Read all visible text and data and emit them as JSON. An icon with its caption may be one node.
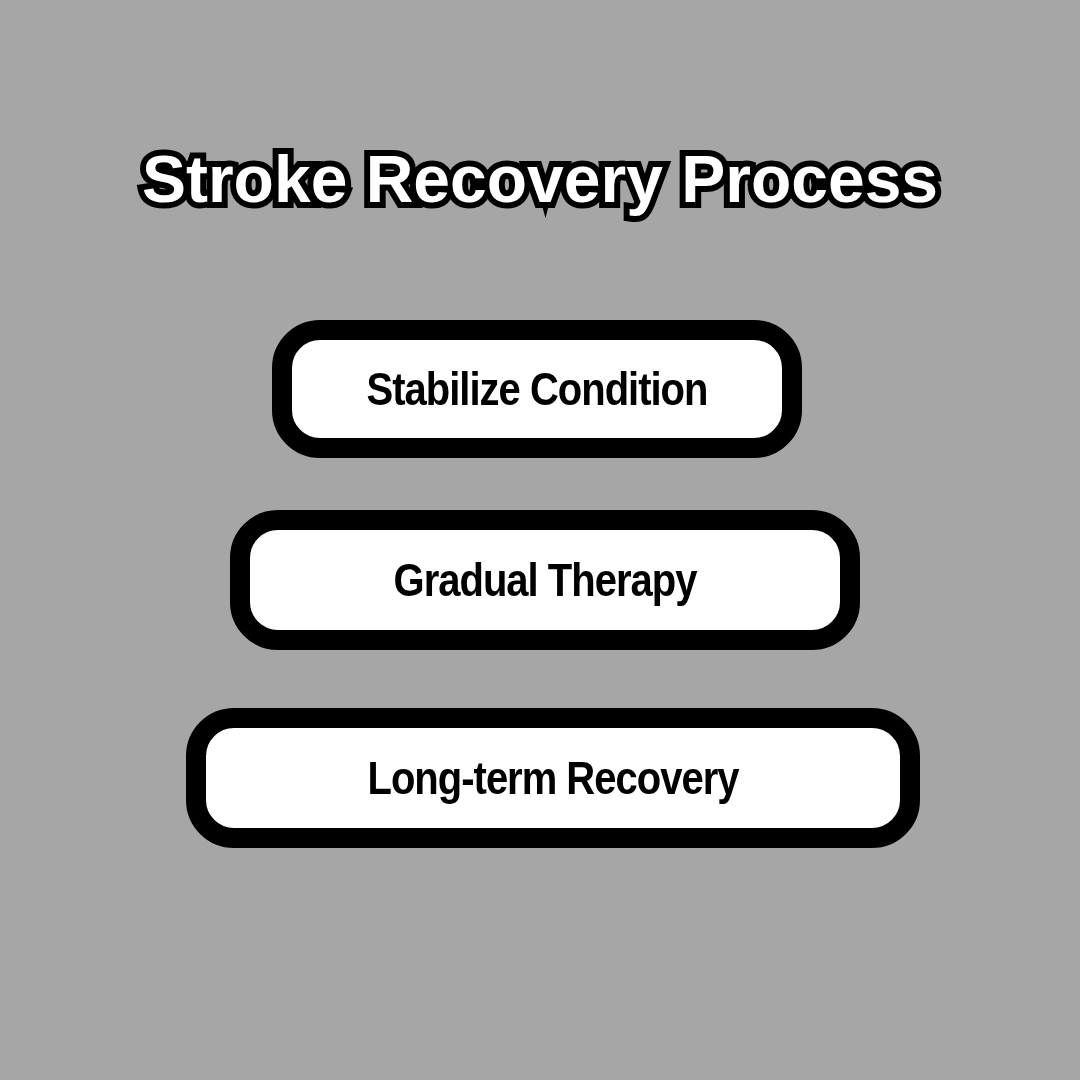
{
  "diagram": {
    "title": "Stroke Recovery Process",
    "nodes": [
      {
        "text": [
          "Stabilize Condition"
        ]
      },
      {
        "text": [
          "Gradual Therapy"
        ]
      },
      {
        "text": [
          "Long-term Recovery"
        ]
      }
    ]
  }
}
